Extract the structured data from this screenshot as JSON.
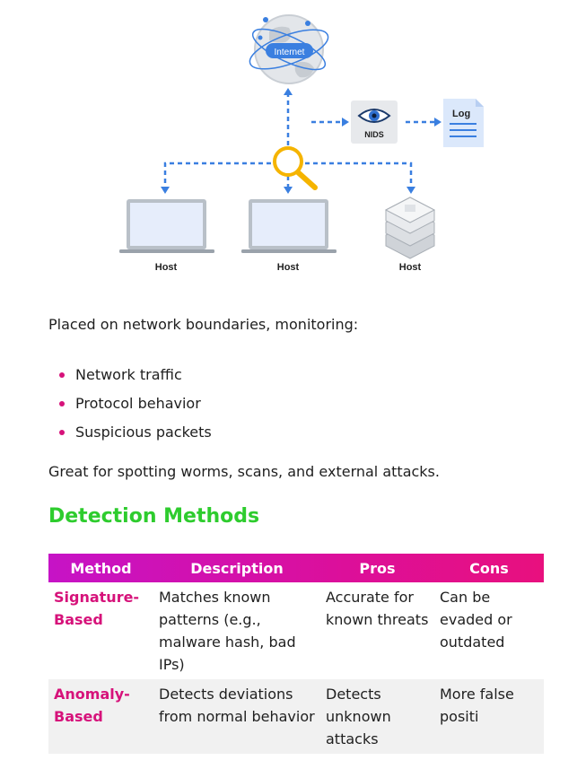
{
  "diagram": {
    "internet_label": "Internet",
    "nids_label": "NIDS",
    "log_label": "Log",
    "hosts": [
      "Host",
      "Host",
      "Host"
    ]
  },
  "intro": "Placed on network boundaries, monitoring:",
  "bullets": [
    "Network traffic",
    "Protocol behavior",
    "Suspicious packets"
  ],
  "summary": "Great for spotting worms, scans, and external attacks.",
  "section_title": "Detection Methods",
  "table": {
    "headers": [
      "Method",
      "Description",
      "Pros",
      "Cons"
    ],
    "rows": [
      [
        "Signature-Based",
        "Matches known patterns (e.g., malware hash, bad IPs)",
        "Accurate for known threats",
        "Can be evaded or outdated"
      ],
      [
        "Anomaly-Based",
        "Detects deviations from normal behavior",
        "Detects unknown attacks",
        "More false positi"
      ]
    ]
  },
  "colors": {
    "accent_pink": "#d6127a",
    "title_green": "#2ecc2e",
    "diagram_blue": "#3a7fe0",
    "magnifier_yellow": "#f5b400"
  }
}
